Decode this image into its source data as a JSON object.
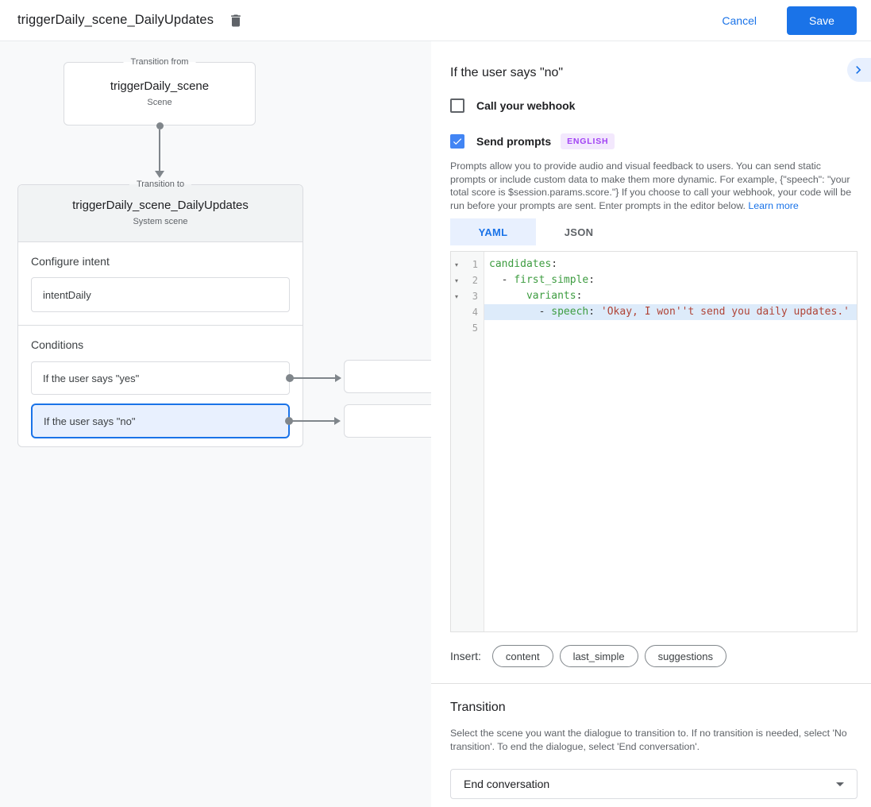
{
  "colors": {
    "primary_blue": "#1a73e8",
    "checkbox_blue": "#4285f4",
    "selection_bg": "#e8f0fe",
    "selected_border": "#1a73e8",
    "badge_bg": "#f3e8fd",
    "badge_text": "#a142f4",
    "code_key_green": "#3d9c40",
    "code_string_red": "#b04437",
    "active_line_bg": "#ddebfa",
    "panel_bg": "#f8f9fa",
    "card_header_bg": "#f1f3f4"
  },
  "icons": {
    "delete": "trash-icon",
    "expand": "chevron-right-icon",
    "dropdown": "caret-down-icon",
    "fold": "triangle-down-icon"
  },
  "header": {
    "title": "triggerDaily_scene_DailyUpdates",
    "cancel_label": "Cancel",
    "save_label": "Save"
  },
  "flow": {
    "from_node": {
      "legend": "Transition from",
      "title": "triggerDaily_scene",
      "subtitle": "Scene"
    },
    "to_node": {
      "legend": "Transition to",
      "title": "triggerDaily_scene_DailyUpdates",
      "subtitle": "System scene",
      "configure_intent_label": "Configure intent",
      "intent_value": "intentDaily",
      "conditions_label": "Conditions",
      "conditions": [
        {
          "label": "If the user says \"yes\"",
          "selected": false
        },
        {
          "label": "If the user says \"no\"",
          "selected": true
        }
      ]
    }
  },
  "details_panel": {
    "title": "If the user says \"no\"",
    "webhook_checkbox": {
      "label": "Call your webhook",
      "checked": false
    },
    "prompts_checkbox": {
      "label": "Send prompts",
      "checked": true,
      "language_badge": "ENGLISH"
    },
    "description": "Prompts allow you to provide audio and visual feedback to users. You can send static prompts or include custom data to make them more dynamic. For example, {\"speech\": \"your total score is $session.params.score.\"} If you choose to call your webhook, your code will be run before your prompts are sent. Enter prompts in the editor below. ",
    "learn_more_label": "Learn more",
    "tabs": [
      {
        "label": "YAML",
        "active": true
      },
      {
        "label": "JSON",
        "active": false
      }
    ],
    "editor": {
      "lines": [
        {
          "num": "1",
          "fold": true,
          "active": false,
          "tokens": [
            [
              "key",
              "candidates"
            ],
            [
              "plain",
              ":"
            ]
          ]
        },
        {
          "num": "2",
          "fold": true,
          "active": false,
          "tokens": [
            [
              "plain",
              "  - "
            ],
            [
              "key",
              "first_simple"
            ],
            [
              "plain",
              ":"
            ]
          ]
        },
        {
          "num": "3",
          "fold": true,
          "active": false,
          "tokens": [
            [
              "plain",
              "      "
            ],
            [
              "key",
              "variants"
            ],
            [
              "plain",
              ":"
            ]
          ]
        },
        {
          "num": "4",
          "fold": false,
          "active": true,
          "tokens": [
            [
              "plain",
              "        - "
            ],
            [
              "key",
              "speech"
            ],
            [
              "plain",
              ": "
            ],
            [
              "str",
              "'Okay, I won''t send you daily updates.'"
            ]
          ]
        },
        {
          "num": "5",
          "fold": false,
          "active": false,
          "tokens": []
        }
      ]
    },
    "insert_label": "Insert:",
    "insert_chips": [
      "content",
      "last_simple",
      "suggestions"
    ],
    "transition": {
      "title": "Transition",
      "description": "Select the scene you want the dialogue to transition to. If no transition is needed, select 'No transition'. To end the dialogue, select 'End conversation'.",
      "selected_value": "End conversation"
    }
  }
}
